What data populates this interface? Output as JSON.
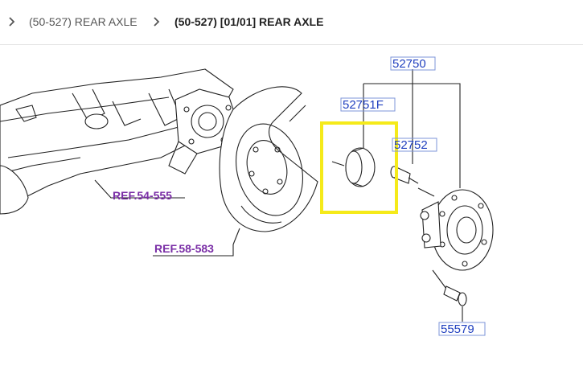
{
  "breadcrumb": {
    "items": [
      {
        "label": "(50-527) REAR AXLE"
      },
      {
        "label": "(50-527) [01/01] REAR AXLE"
      }
    ]
  },
  "diagram": {
    "parts": {
      "p52750": "52750",
      "p52751F": "52751F",
      "p52752": "52752",
      "p55579": "55579"
    },
    "refs": {
      "r54555": "REF.54-555",
      "r58583": "REF.58-583"
    },
    "colors": {
      "callout_text": "#1f3fbf",
      "callout_box": "#7d95d8",
      "ref_text": "#7a2ea6",
      "highlight": "#f5ea1a"
    }
  }
}
